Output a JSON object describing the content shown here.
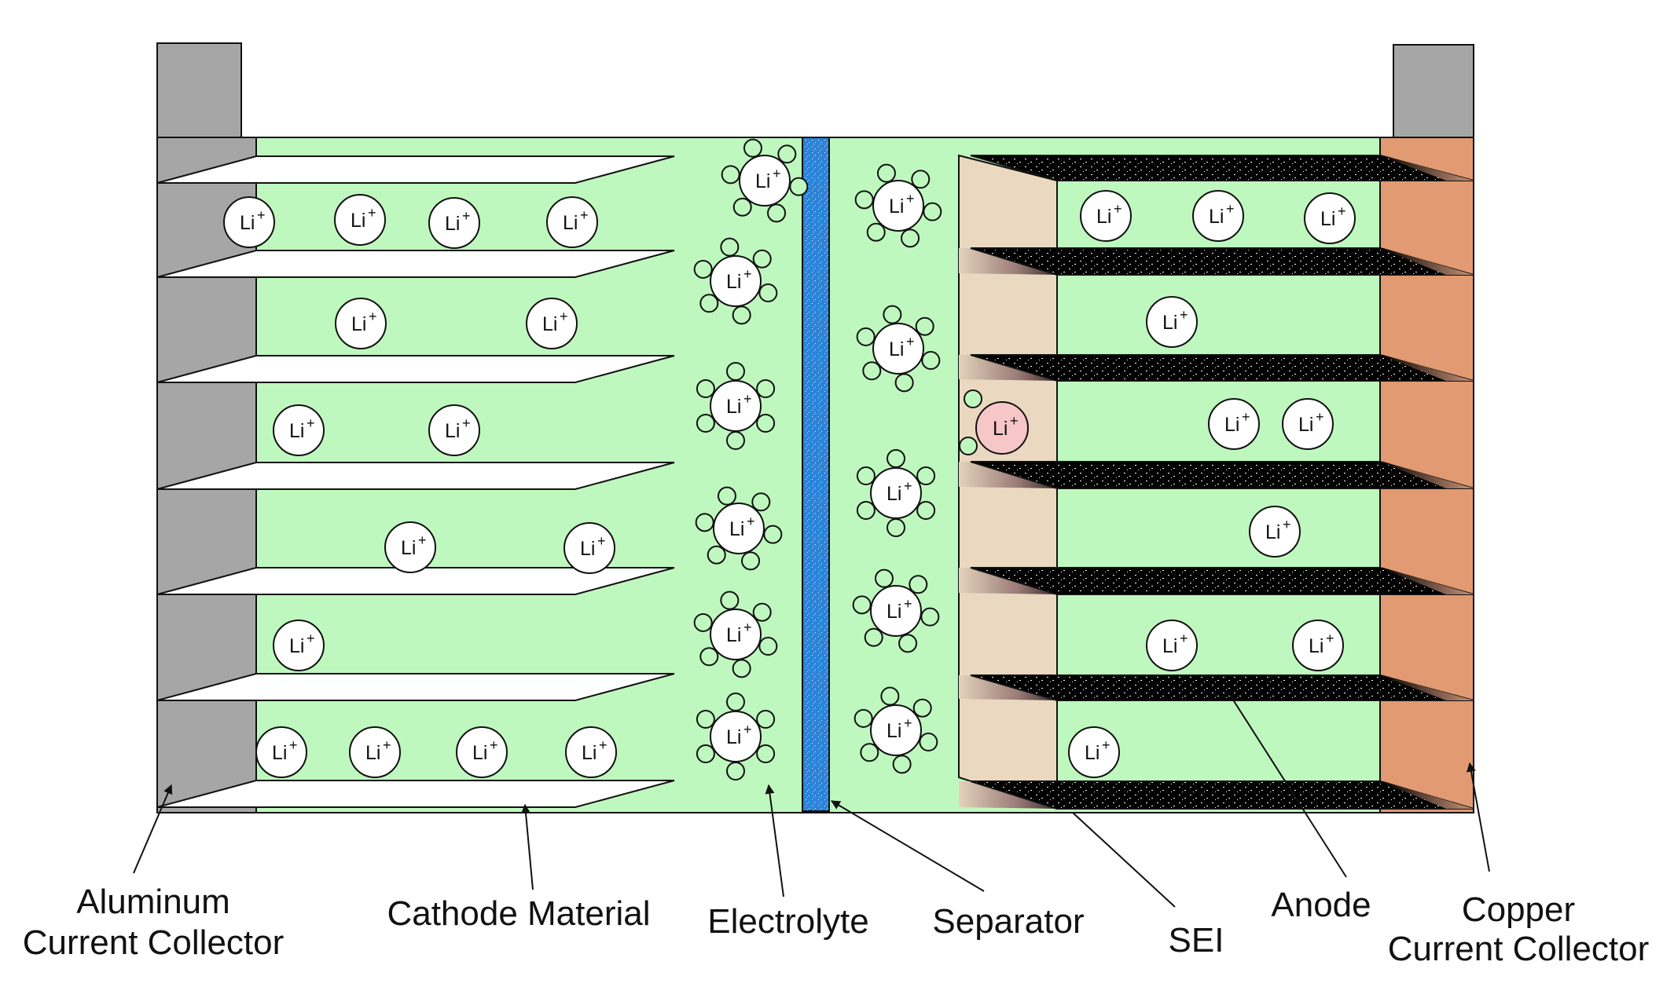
{
  "ion": {
    "symbol": "Li",
    "charge": "+"
  },
  "labels": {
    "aluminum_line1": "Aluminum",
    "aluminum_line2": "Current Collector",
    "cathode": "Cathode Material",
    "electrolyte": "Electrolyte",
    "separator": "Separator",
    "sei": "SEI",
    "anode": "Anode",
    "copper_line1": "Copper",
    "copper_line2": "Current Collector"
  },
  "colors": {
    "electrolyte": "#bff8bf",
    "aluminum": "#a6a6a6",
    "copper": "#e19a71",
    "separator": "#2b84d9",
    "sei": "#ead8c0",
    "anode_layer": "#000000",
    "cathode_layer": "#ffffff",
    "highlight_ion": "#f7c6c6"
  }
}
